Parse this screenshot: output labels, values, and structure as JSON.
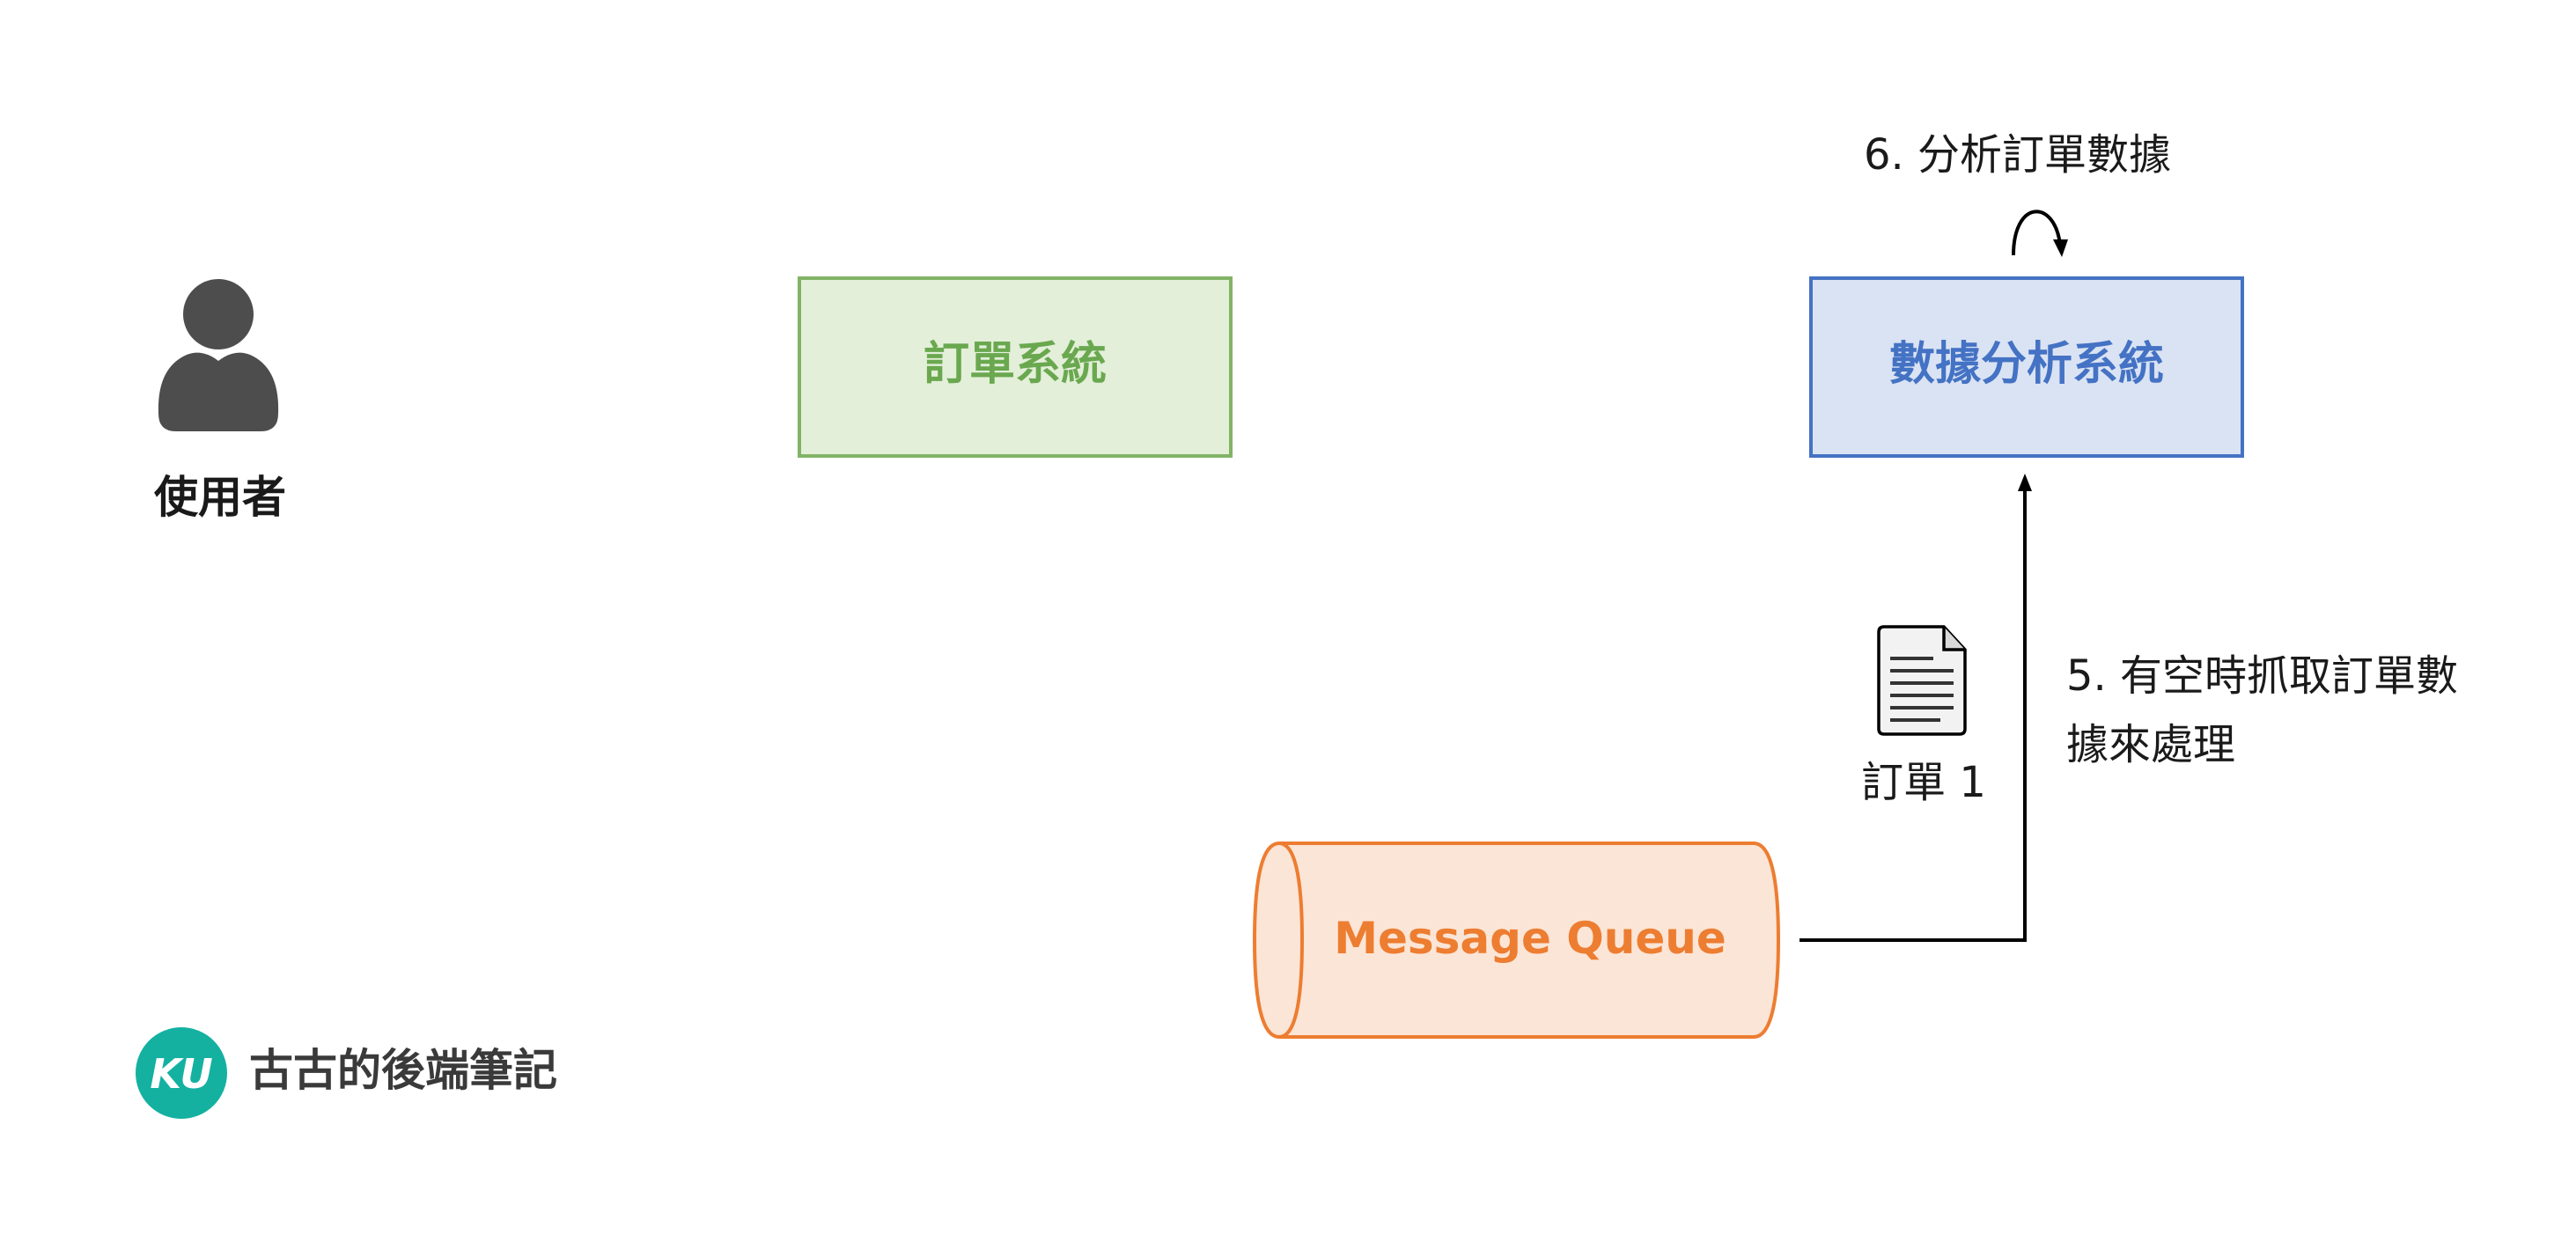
{
  "user": {
    "label": "使用者",
    "icon": "user-icon"
  },
  "order_system": {
    "label": "訂單系統"
  },
  "analytics_system": {
    "label": "數據分析系統"
  },
  "message_queue": {
    "label": "Message Queue"
  },
  "document": {
    "label": "訂單 1",
    "icon": "document-icon"
  },
  "steps": {
    "step5_line1": "5. 有空時抓取訂單數",
    "step5_line2": "據來處理",
    "step6": "6. 分析訂單數據"
  },
  "brand": {
    "logo_text": "KU",
    "name": "古古的後端筆記",
    "logo_color": "#14b1a1"
  },
  "colors": {
    "order_fill": "#e3efd9",
    "order_stroke": "#82b366",
    "order_text": "#6aa84f",
    "analytics_fill": "#dae3f3",
    "analytics_stroke": "#4472c4",
    "analytics_text": "#4472c4",
    "queue_fill": "#fbe5d6",
    "queue_stroke": "#ed7d31",
    "queue_text": "#ed7d31",
    "user_icon": "#4d4d4d",
    "brand_text": "#3a3a3a"
  }
}
